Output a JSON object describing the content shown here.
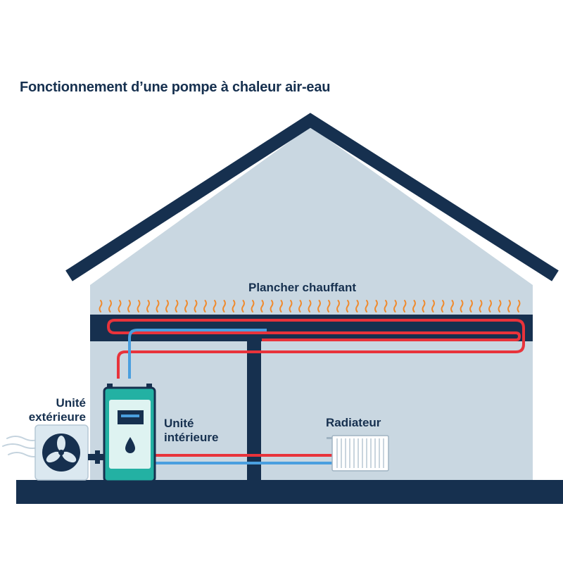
{
  "title": "Fonctionnement d’une pompe à chaleur air-eau",
  "labels": {
    "underfloor_heating": "Plancher chauffant",
    "outdoor_unit": "Unité\nextérieure",
    "outdoor_unit_line1": "Unité",
    "outdoor_unit_line2": "extérieure",
    "indoor_unit_line1": "Unité",
    "indoor_unit_line2": "intérieure",
    "radiator": "Radiateur"
  },
  "colors": {
    "navy": "#16304f",
    "wall": "#c9d7e1",
    "hot_pipe": "#e8333b",
    "cold_pipe": "#4a9fdf",
    "heat_waves": "#ef8a2e",
    "indoor_unit": "#23b1a3",
    "outdoor_unit": "#dbe8f0"
  },
  "icons": [
    "fan-icon",
    "water-drop-icon",
    "heat-wave-icon",
    "wind-icon"
  ]
}
